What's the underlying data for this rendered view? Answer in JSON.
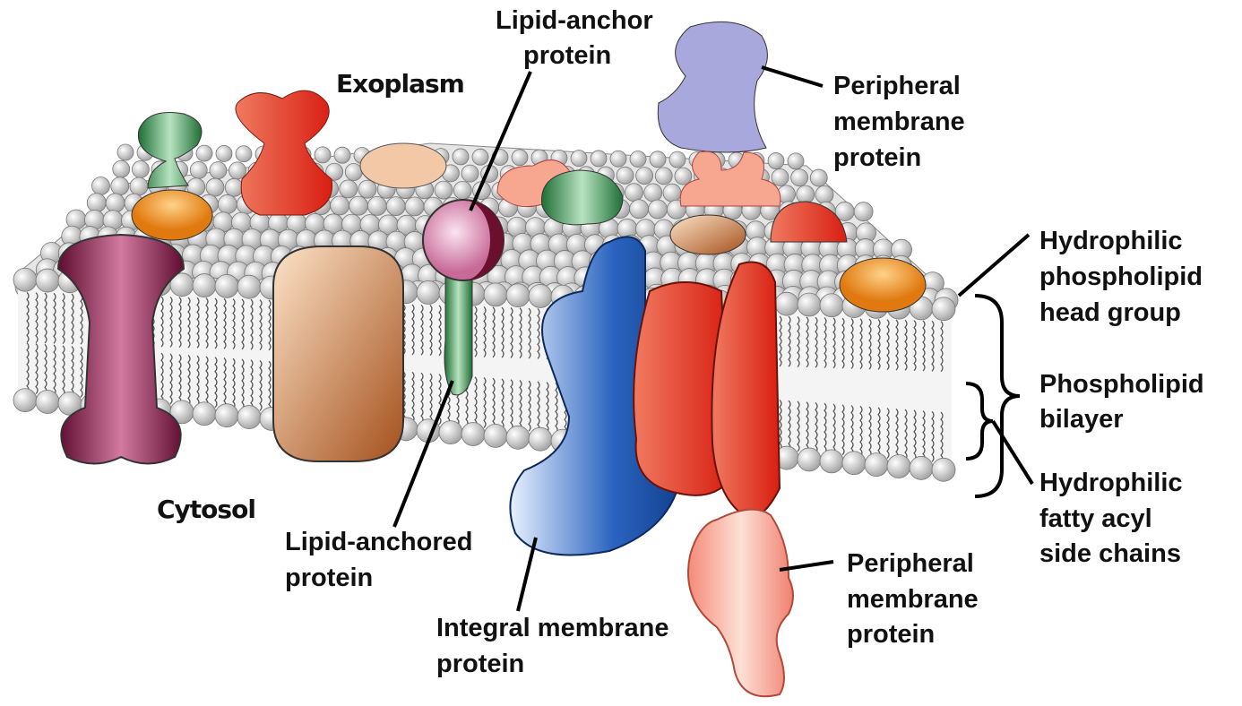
{
  "regions": {
    "exoplasm": "Exoplasm",
    "cytosol": "Cytosol"
  },
  "labels": {
    "lipid_anchor": [
      "Lipid-anchor",
      "protein"
    ],
    "peripheral_top": [
      "Peripheral",
      "membrane",
      "protein"
    ],
    "head_group": [
      "Hydrophilic",
      "phospholipid",
      "head group"
    ],
    "bilayer": [
      "Phospholipid",
      "bilayer"
    ],
    "side_chains": [
      "Hydrophilic",
      "fatty acyl",
      "side chains"
    ],
    "lipid_anchored": [
      "Lipid-anchored",
      "protein"
    ],
    "integral": [
      "Integral membrane",
      "protein"
    ],
    "peripheral_bottom": [
      "Peripheral",
      "membrane",
      "protein"
    ]
  },
  "colors": {
    "head": "#d9d9d9",
    "integral_blue": "#2a64c0",
    "channel_purple": "#8a1a4a",
    "red": "#e03a2a",
    "brown": "#c0703a",
    "green": "#2f8a44",
    "lavender": "#a7a6db",
    "salmon": "#f49a85"
  }
}
